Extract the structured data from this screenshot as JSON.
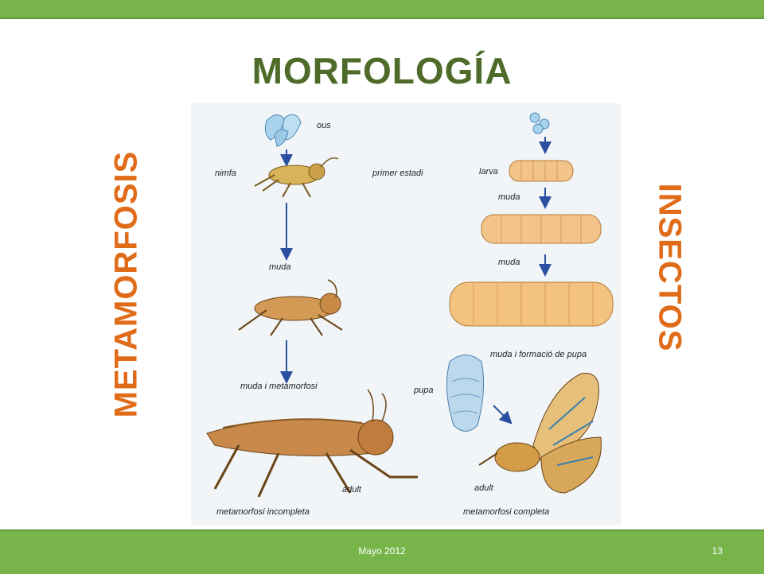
{
  "slide": {
    "title": "MORFOLOGÍA",
    "left_vertical": "METAMORFOSIS",
    "right_vertical": "INSECTOS"
  },
  "figure": {
    "labels": {
      "ous": "ous",
      "nimfa": "nimfa",
      "primer_estadi": "primer estadi",
      "larva": "larva",
      "muda_left": "muda",
      "muda_right_1": "muda",
      "muda_right_2": "muda",
      "muda_i_metamorfosi": "muda i metamorfosi",
      "muda_i_formacio": "muda i formació de pupa",
      "pupa": "pupa",
      "adult_left": "adult",
      "adult_right": "adult",
      "incompleta": "metamorfosi incompleta",
      "completa": "metamorfosi completa"
    }
  },
  "footer": {
    "date": "Mayo 2012",
    "page": "13"
  },
  "colors": {
    "bar": "#77b54a",
    "title": "#4f6b2a",
    "accent": "#e06c1a"
  }
}
